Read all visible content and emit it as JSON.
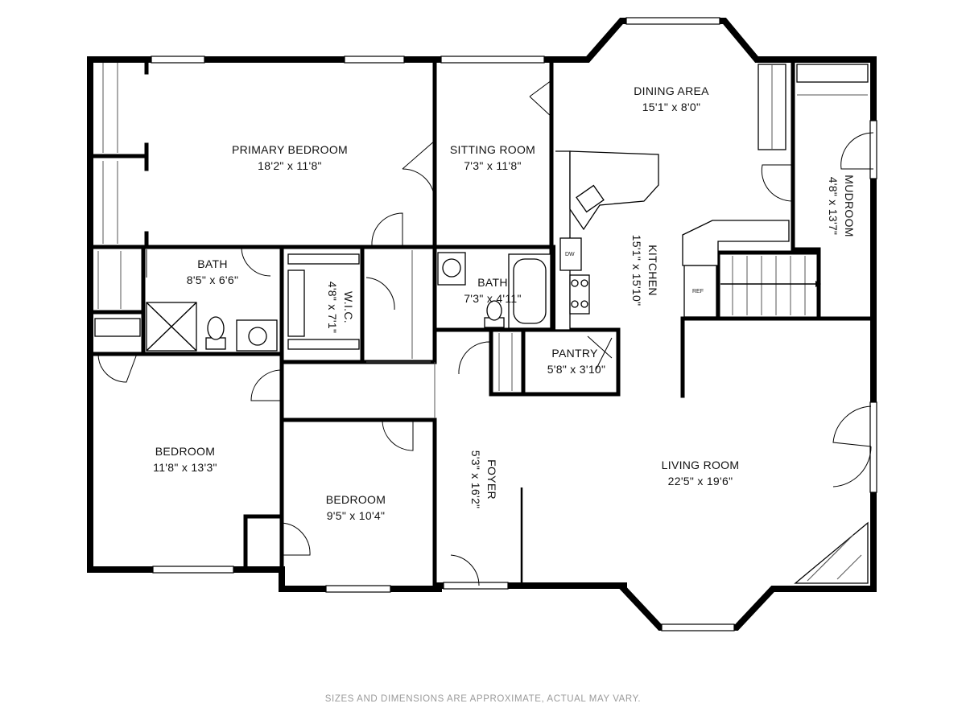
{
  "plan": {
    "rooms": [
      {
        "name": "PRIMARY BEDROOM",
        "dims": "18'2\" x 11'8\""
      },
      {
        "name": "SITTING ROOM",
        "dims": "7'3\" x 11'8\""
      },
      {
        "name": "DINING AREA",
        "dims": "15'1\" x 8'0\""
      },
      {
        "name": "MUDROOM",
        "dims": "4'8\" x 13'7\""
      },
      {
        "name": "KITCHEN",
        "dims": "15'1\" x 15'10\""
      },
      {
        "name": "BATH",
        "dims": "8'5\" x 6'6\""
      },
      {
        "name": "W.I.C.",
        "dims": "4'8\" x 7'1\""
      },
      {
        "name": "BATH",
        "dims": "7'3\" x 4'11\""
      },
      {
        "name": "PANTRY",
        "dims": "5'8\" x 3'10\""
      },
      {
        "name": "BEDROOM",
        "dims": "11'8\" x 13'3\""
      },
      {
        "name": "BEDROOM",
        "dims": "9'5\" x 10'4\""
      },
      {
        "name": "FOYER",
        "dims": "5'3\" x 16'2\""
      },
      {
        "name": "LIVING ROOM",
        "dims": "22'5\" x 19'6\""
      }
    ],
    "appliance_labels": {
      "dishwasher": "DW",
      "refrigerator": "REF"
    },
    "disclaimer": "SIZES AND DIMENSIONS ARE APPROXIMATE, ACTUAL MAY VARY."
  }
}
